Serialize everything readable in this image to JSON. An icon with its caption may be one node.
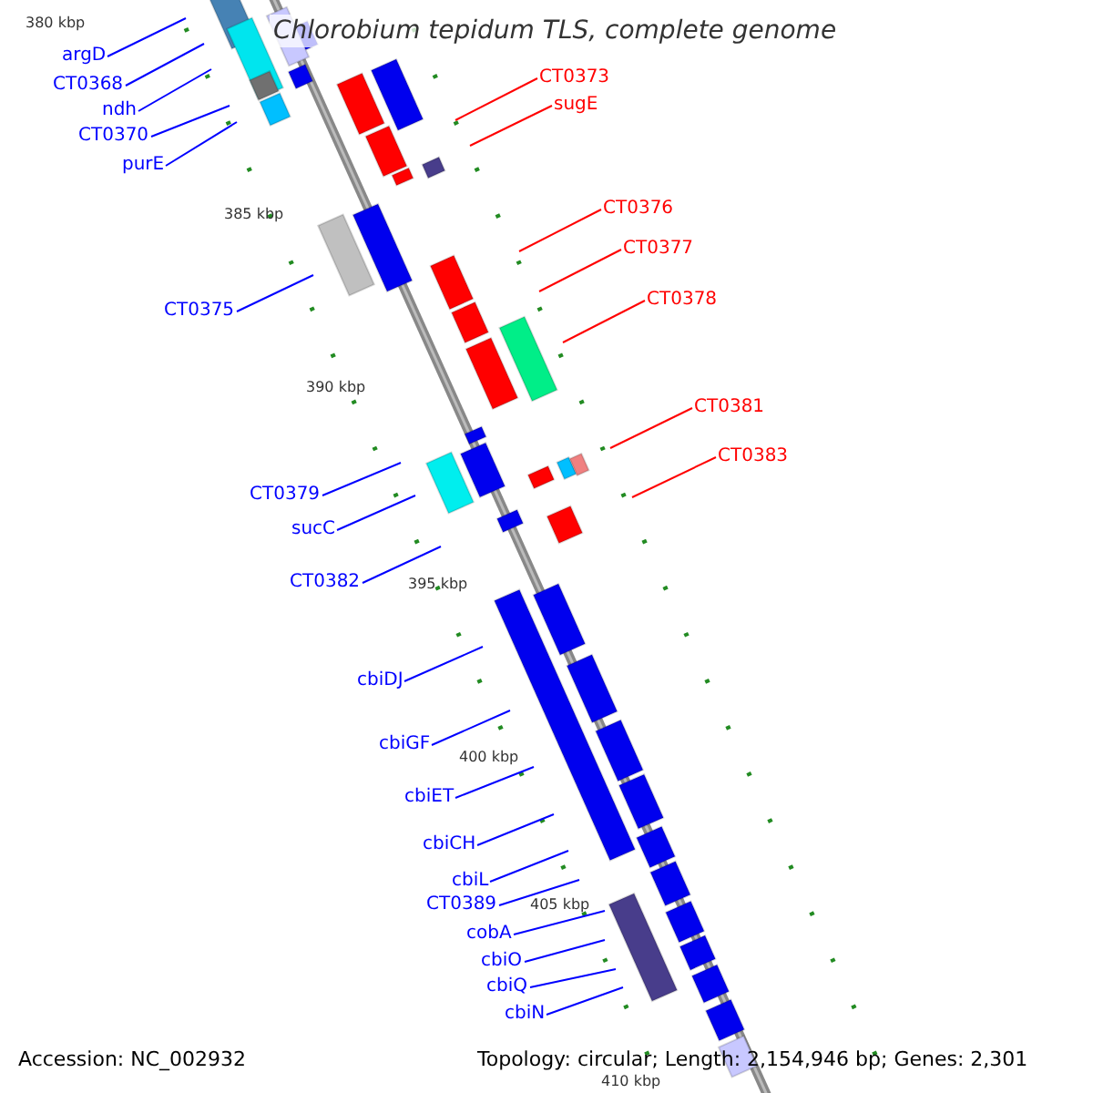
{
  "diagram": {
    "title": "Chlorobium tepidum TLS, complete genome",
    "nodes": [
      {
        "text": [
          "argD"
        ]
      },
      {
        "text": [
          "CT0373"
        ]
      },
      {
        "text": [
          "CT0368"
        ]
      },
      {
        "text": [
          "sugE"
        ]
      },
      {
        "text": [
          "ndh"
        ]
      },
      {
        "text": [
          "CT0370"
        ]
      },
      {
        "text": [
          "purE"
        ]
      },
      {
        "text": [
          "CT0376"
        ]
      },
      {
        "text": [
          "CT0377"
        ]
      },
      {
        "text": [
          "CT0378"
        ]
      },
      {
        "text": [
          "CT0375"
        ]
      },
      {
        "text": [
          "CT0381"
        ]
      },
      {
        "text": [
          "CT0383"
        ]
      },
      {
        "text": [
          "CT0379"
        ]
      },
      {
        "text": [
          "sucC"
        ]
      },
      {
        "text": [
          "CT0382"
        ]
      },
      {
        "text": [
          "cbiDJ"
        ]
      },
      {
        "text": [
          "cbiGF"
        ]
      },
      {
        "text": [
          "cbiET"
        ]
      },
      {
        "text": [
          "cbiCH"
        ]
      },
      {
        "text": [
          "cbiL"
        ]
      },
      {
        "text": [
          "CT0389"
        ]
      },
      {
        "text": [
          "cobA"
        ]
      },
      {
        "text": [
          "cbiO"
        ]
      },
      {
        "text": [
          "cbiQ"
        ]
      },
      {
        "text": [
          "cbiN"
        ]
      }
    ],
    "edges": [
      {
        "from": 0,
        "to": null,
        "arrow": "none"
      },
      {
        "from": 1,
        "to": null,
        "arrow": "none",
        "color": "#ff0000"
      },
      {
        "from": 2,
        "to": null,
        "arrow": "none"
      },
      {
        "from": 3,
        "to": null,
        "arrow": "none",
        "color": "#ff0000"
      },
      {
        "from": 4,
        "to": null,
        "arrow": "none"
      },
      {
        "from": 5,
        "to": null,
        "arrow": "none"
      },
      {
        "from": 6,
        "to": null,
        "arrow": "none"
      },
      {
        "from": 7,
        "to": null,
        "arrow": "none",
        "color": "#ff0000"
      },
      {
        "from": 8,
        "to": null,
        "arrow": "none",
        "color": "#ff0000"
      },
      {
        "from": 9,
        "to": null,
        "arrow": "none",
        "color": "#ff0000"
      },
      {
        "from": 10,
        "to": null,
        "arrow": "none"
      },
      {
        "from": 11,
        "to": null,
        "arrow": "none",
        "color": "#ff0000"
      },
      {
        "from": 12,
        "to": null,
        "arrow": "none",
        "color": "#ff0000"
      },
      {
        "from": 13,
        "to": null,
        "arrow": "none"
      },
      {
        "from": 14,
        "to": null,
        "arrow": "none"
      },
      {
        "from": 15,
        "to": null,
        "arrow": "none"
      },
      {
        "from": 16,
        "to": null,
        "arrow": "none"
      },
      {
        "from": 17,
        "to": null,
        "arrow": "none"
      },
      {
        "from": 18,
        "to": null,
        "arrow": "none"
      },
      {
        "from": 19,
        "to": null,
        "arrow": "none"
      },
      {
        "from": 20,
        "to": null,
        "arrow": "none"
      },
      {
        "from": 21,
        "to": null,
        "arrow": "none"
      },
      {
        "from": 22,
        "to": null,
        "arrow": "none"
      },
      {
        "from": 23,
        "to": null,
        "arrow": "none"
      },
      {
        "from": 24,
        "to": null,
        "arrow": "none"
      },
      {
        "from": 25,
        "to": null,
        "arrow": "none"
      }
    ],
    "labels": [
      "380 kbp",
      "385 kbp",
      "390 kbp",
      "395 kbp",
      "400 kbp",
      "405 kbp",
      "Accession: NC_002932",
      "Topology: circular; Length: 2,154,946 bp; Genes: 2,301",
      "410 kbp"
    ]
  }
}
